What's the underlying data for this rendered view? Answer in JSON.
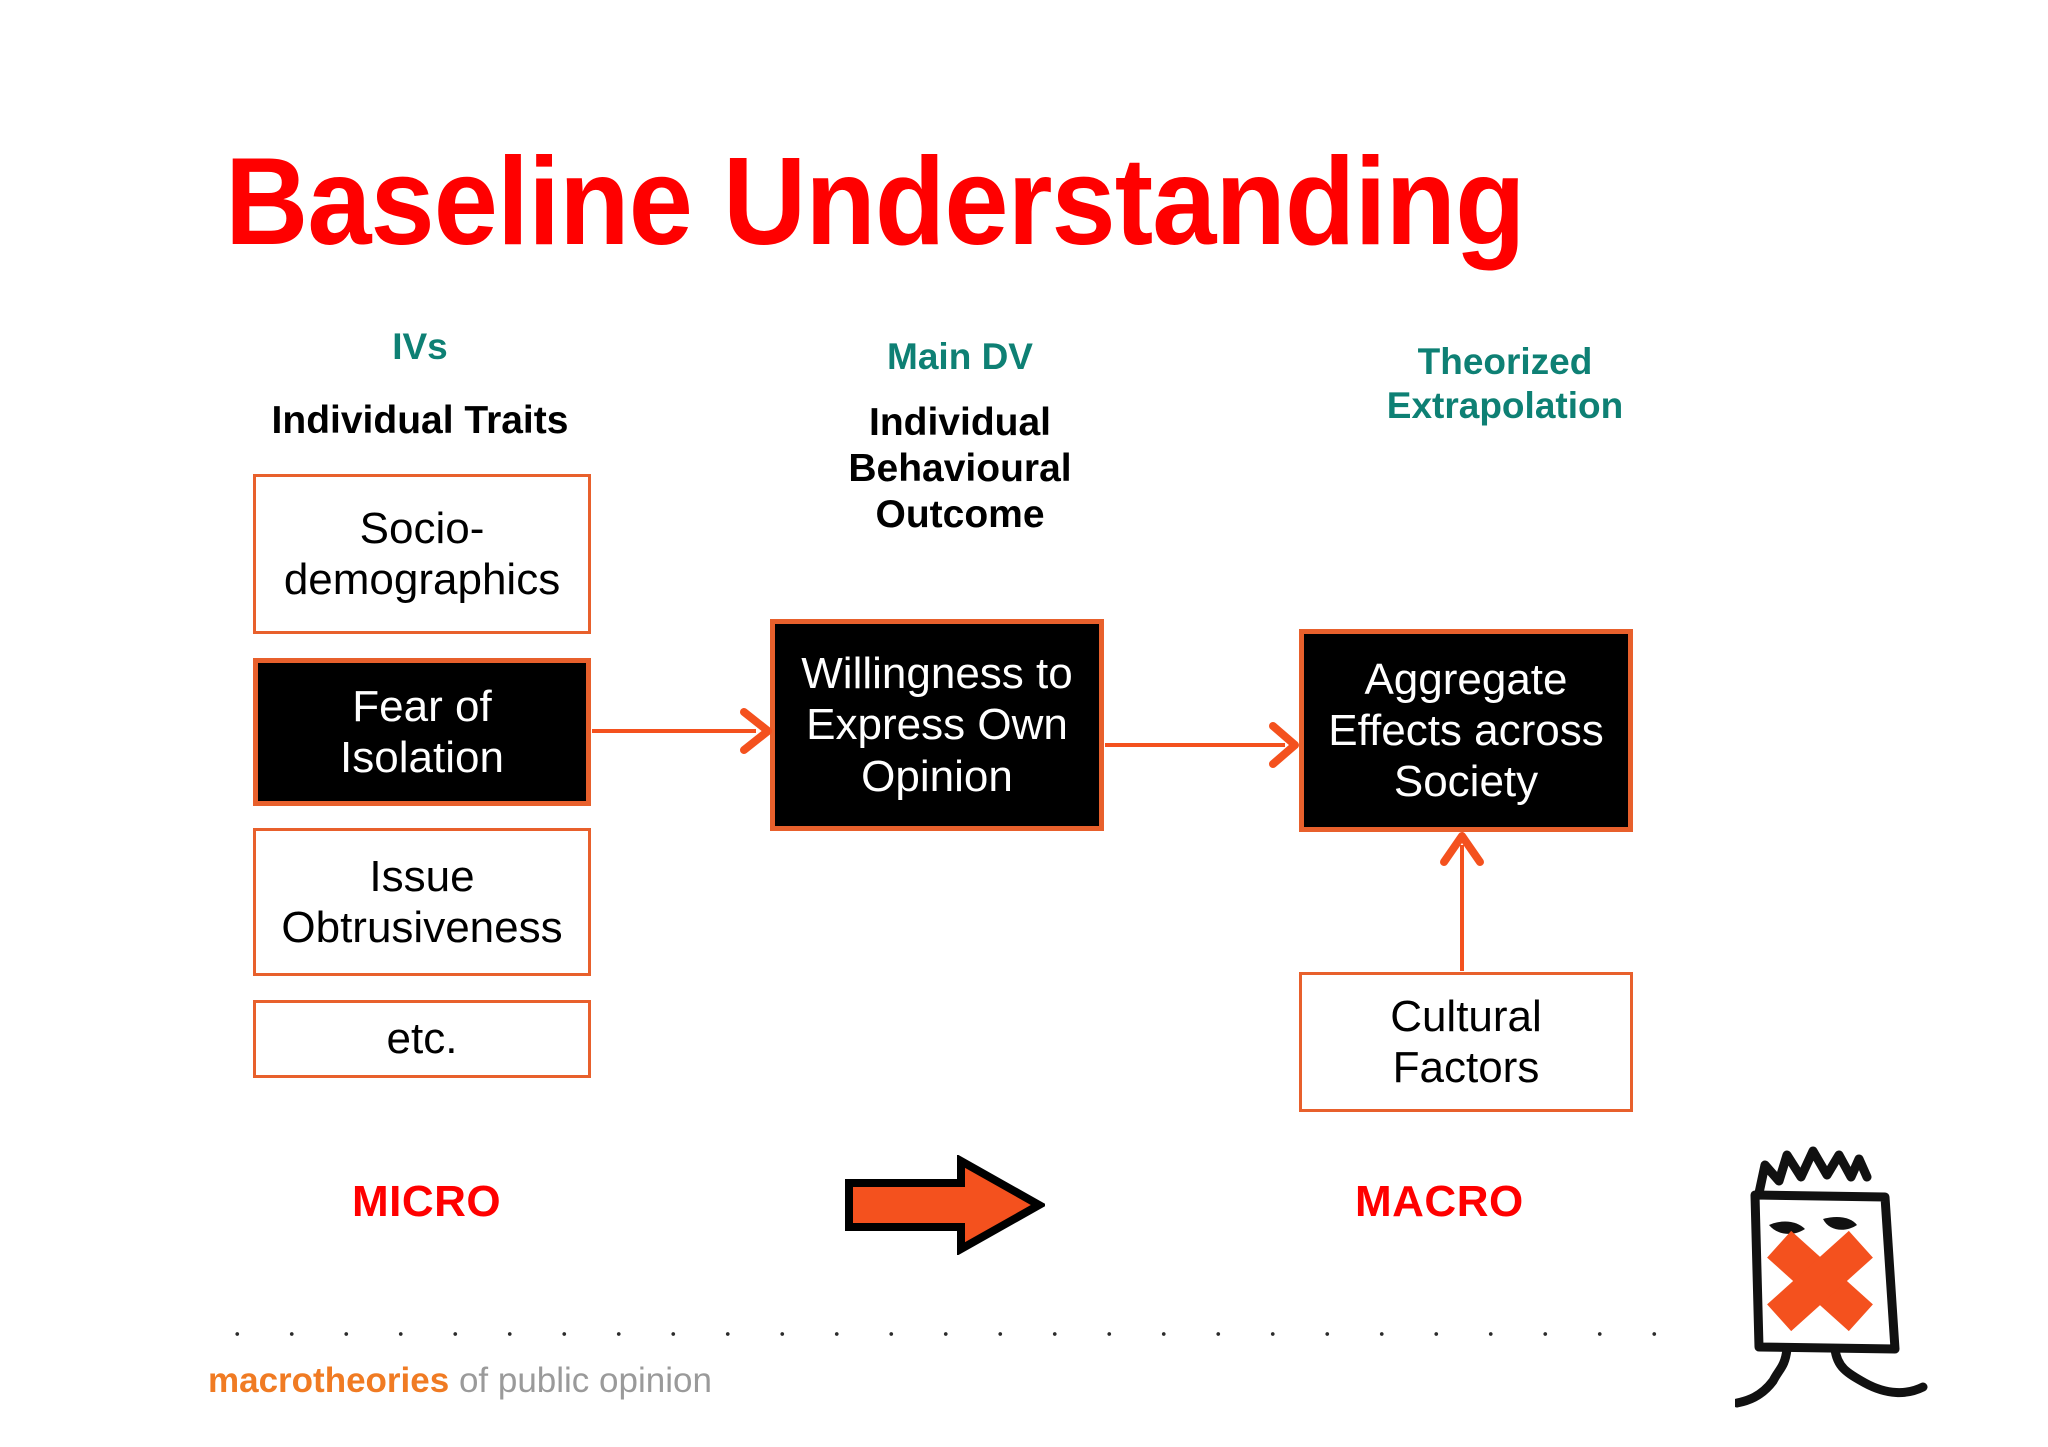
{
  "slide": {
    "title": "Baseline Understanding",
    "title_color": "#FF0000",
    "background": "#FFFFFF"
  },
  "theme": {
    "teal": "#0E8074",
    "orange_border": "#E8602C",
    "orange_arrow": "#F4511E",
    "red": "#FF0000",
    "black": "#000000",
    "footer_orange": "#F07B23",
    "footer_gray": "#9A9A9A"
  },
  "columns": {
    "left": {
      "kicker": "IVs",
      "heading": "Individual Traits"
    },
    "center": {
      "kicker": "Main DV",
      "heading": "Individual\nBehavioural\nOutcome",
      "heading_line1": "Individual",
      "heading_line2": "Behavioural",
      "heading_line3": "Outcome"
    },
    "right": {
      "kicker_line1": "Theorized",
      "kicker_line2": "Extrapolation"
    }
  },
  "nodes": {
    "socio": {
      "label": "Socio-demographics",
      "line1": "Socio-",
      "line2": "demographics",
      "style": "light"
    },
    "fear": {
      "label": "Fear of Isolation",
      "line1": "Fear of",
      "line2": "Isolation",
      "style": "dark"
    },
    "issue": {
      "label": "Issue Obtrusiveness",
      "line1": "Issue",
      "line2": "Obtrusiveness",
      "style": "light"
    },
    "etc": {
      "label": "etc.",
      "style": "light"
    },
    "willingness": {
      "label": "Willingness to Express Own Opinion",
      "line1": "Willingness to",
      "line2": "Express Own",
      "line3": "Opinion",
      "style": "dark"
    },
    "aggregate": {
      "label": "Aggregate Effects across Society",
      "line1": "Aggregate",
      "line2": "Effects across",
      "line3": "Society",
      "style": "dark"
    },
    "cultural": {
      "label": "Cultural Factors",
      "line1": "Cultural",
      "line2": "Factors",
      "style": "light"
    }
  },
  "scale": {
    "micro": "MICRO",
    "macro": "MACRO"
  },
  "footer": {
    "brand": "macrotheories",
    "suffix": " of public opinion"
  },
  "icons": {
    "flow_arrow": "right-arrow-icon",
    "micro_macro_arrow": "big-right-arrow-icon",
    "doodle": "silenced-person-doodle-icon",
    "doodle_mark": "orange-x-icon"
  }
}
